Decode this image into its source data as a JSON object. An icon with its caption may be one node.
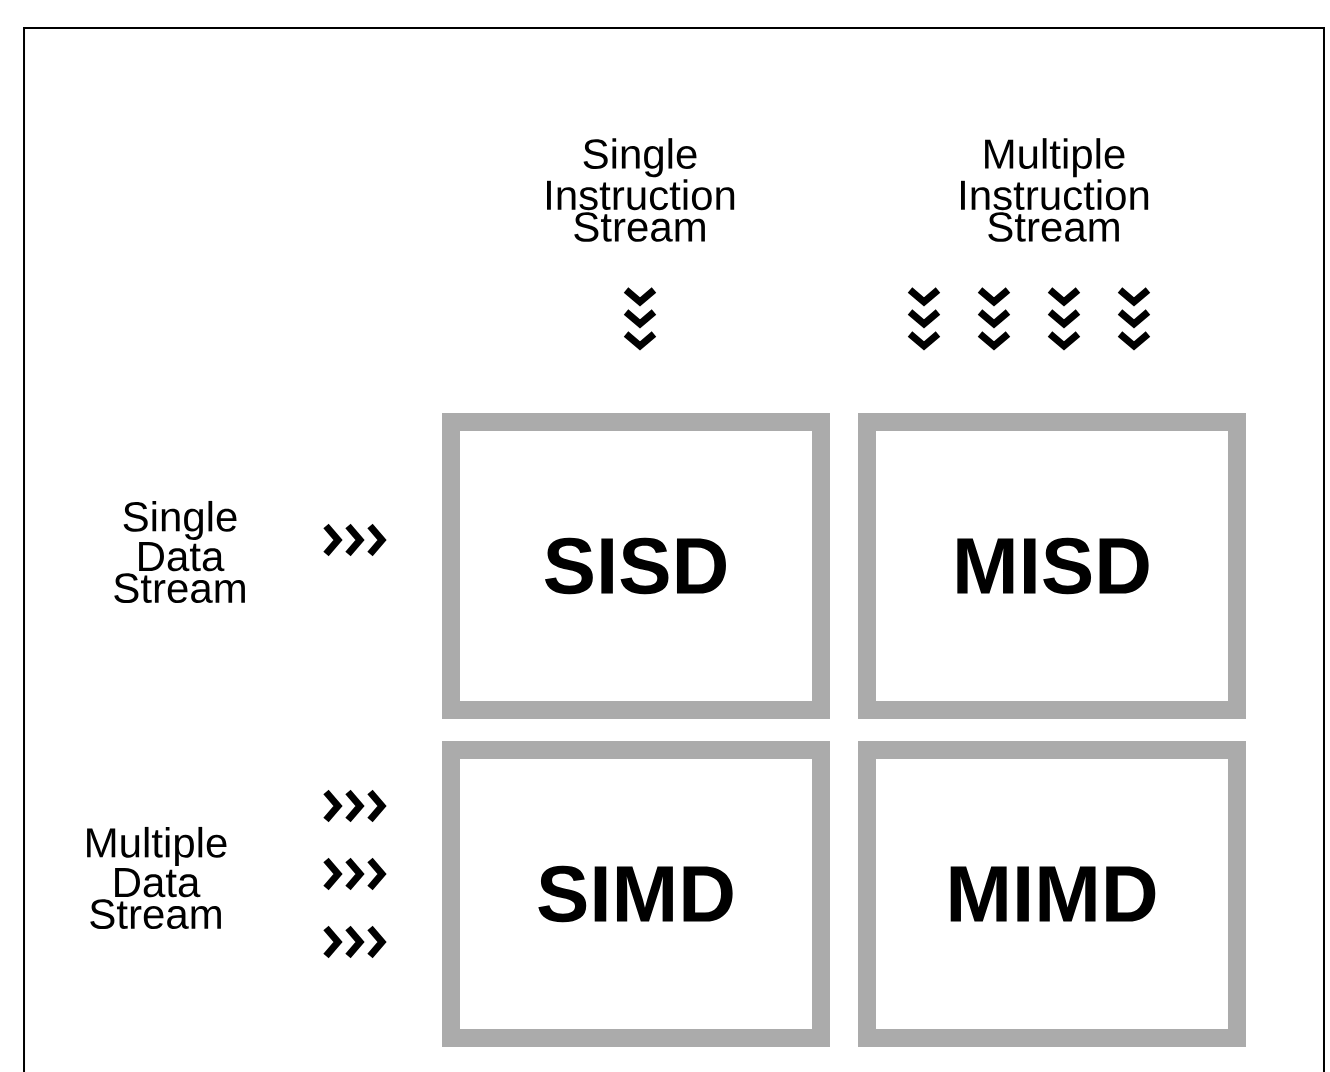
{
  "diagram": {
    "nodes": [
      {
        "text": [
          "SISD"
        ]
      },
      {
        "text": [
          "MISD"
        ]
      },
      {
        "text": [
          "SIMD"
        ]
      },
      {
        "text": [
          "MIMD"
        ]
      }
    ],
    "labels": [
      "Single Instruction Stream",
      "Multiple Instruction Stream",
      "Single Data Stream",
      "Multiple Data Stream"
    ]
  }
}
